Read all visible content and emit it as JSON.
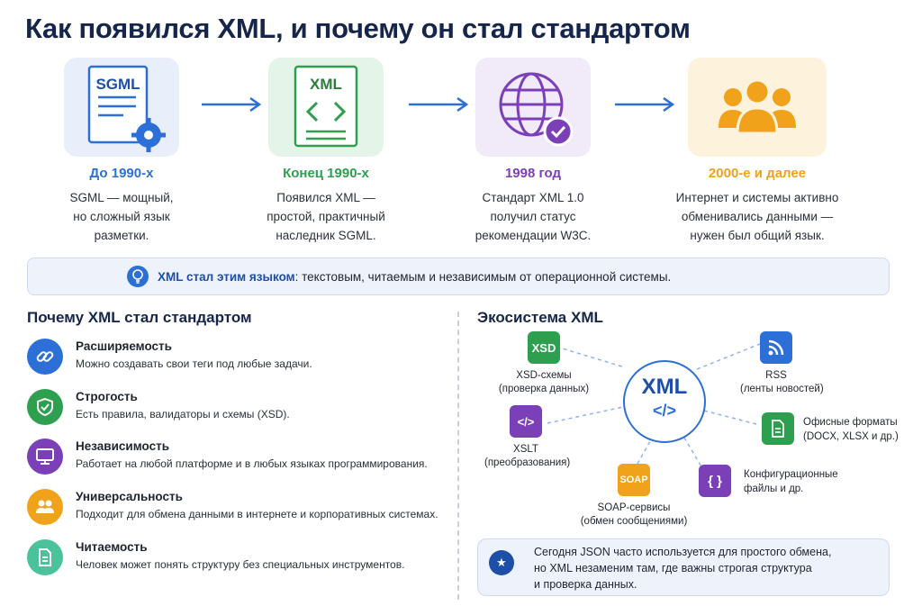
{
  "title": "Как появился XML, и почему он стал стандартом",
  "colors": {
    "blue": "#2c6fd6",
    "green": "#2e9e4f",
    "purple": "#7b3fb7",
    "orange": "#f0a21a",
    "navy": "#16264a"
  },
  "timeline": [
    {
      "tile_label": "SGML",
      "icon": "document-gear-icon",
      "era": "До 1990-х",
      "desc": [
        "SGML — мощный,",
        "но сложный язык",
        "разметки."
      ]
    },
    {
      "tile_label": "XML",
      "icon": "document-code-icon",
      "era": "Конец 1990-х",
      "desc": [
        "Появился XML —",
        "простой, практичный",
        "наследник SGML."
      ]
    },
    {
      "tile_label": "",
      "icon": "globe-check-icon",
      "era": "1998 год",
      "desc": [
        "Стандарт XML 1.0",
        "получил статус",
        "рекомендации W3C."
      ]
    },
    {
      "tile_label": "",
      "icon": "people-group-icon",
      "era": "2000-е и далее",
      "desc": [
        "Интернет и системы активно",
        "обменивались данными —",
        "нужен был общий язык."
      ]
    }
  ],
  "banner": {
    "bold": "XML стал этим языком",
    "rest": ": текстовым, читаемым и независимым от операционной системы."
  },
  "why": {
    "title": "Почему XML стал стандартом",
    "items": [
      {
        "name": "Расширяемость",
        "desc": "Можно создавать свои теги под любые задачи.",
        "icon": "link-icon"
      },
      {
        "name": "Строгость",
        "desc": "Есть правила, валидаторы и схемы (XSD).",
        "icon": "shield-check-icon"
      },
      {
        "name": "Независимость",
        "desc": "Работает на любой платформе и в любых языках программирования.",
        "icon": "monitor-icon"
      },
      {
        "name": "Универсальность",
        "desc": "Подходит для обмена данными в интернете и корпоративных системах.",
        "icon": "people-icon"
      },
      {
        "name": "Читаемость",
        "desc": "Человек может понять структуру без специальных инструментов.",
        "icon": "document-icon"
      }
    ]
  },
  "eco": {
    "title": "Экосистема XML",
    "hub_label": "XML",
    "hub_code": "</>",
    "xsd": {
      "badge": "XSD",
      "l1": "XSD-схемы",
      "l2": "(проверка данных)"
    },
    "xslt": {
      "badge": "</>",
      "l1": "XSLT",
      "l2": "(преобразования)"
    },
    "soap": {
      "badge": "SOAP",
      "l1": "SOAP-сервисы",
      "l2": "(обмен сообщениями)"
    },
    "rss": {
      "l1": "RSS",
      "l2": "(ленты новостей)"
    },
    "office": {
      "l1": "Офисные форматы",
      "l2": "(DOCX, XLSX и др.)"
    },
    "config": {
      "badge": "{ }",
      "l1": "Конфигурационные",
      "l2": "файлы и др."
    }
  },
  "note": {
    "lines": [
      "Сегодня JSON часто используется для простого обмена,",
      "но XML незаменим там, где важны строгая структура",
      "и проверка данных."
    ]
  }
}
